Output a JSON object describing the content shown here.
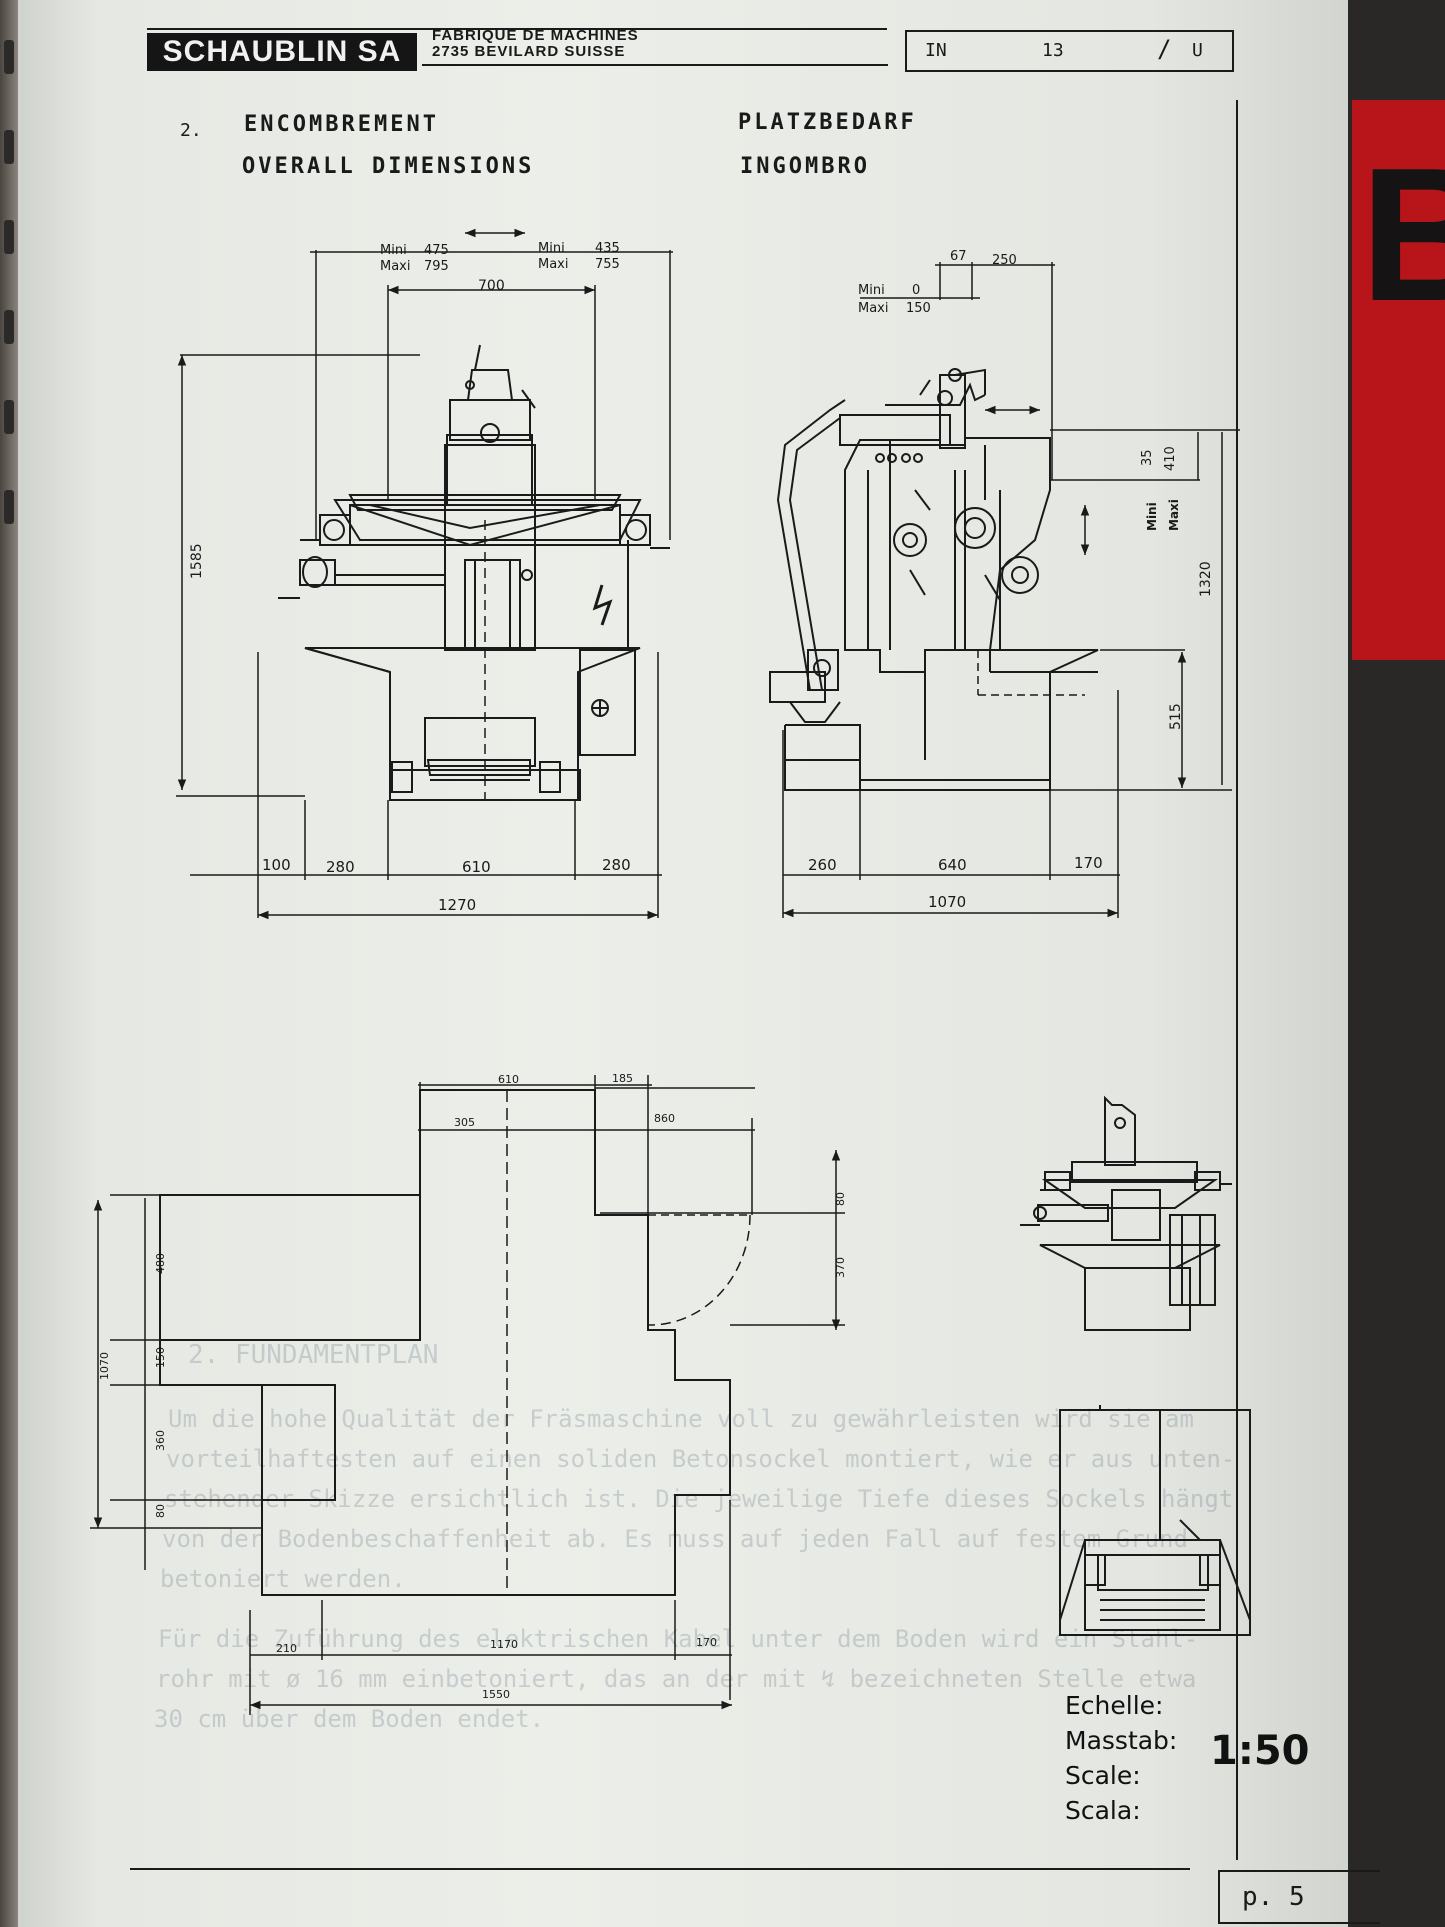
{
  "header": {
    "brand": "SCHAUBLIN SA",
    "factory_line1": "FABRIQUE DE MACHINES",
    "factory_line2": "2735 BEVILARD SUISSE",
    "doc_code": "IN",
    "doc_number": "13",
    "doc_sep": "/",
    "doc_lang": "U"
  },
  "section": {
    "number": "2.",
    "title_fr": "ENCOMBREMENT",
    "title_en": "OVERALL DIMENSIONS",
    "title_de": "PLATZBEDARF",
    "title_it": "INGOMBRO"
  },
  "front_view": {
    "mini_label": "Mini",
    "maxi_label": "Maxi",
    "left_mini": "475",
    "left_maxi": "795",
    "right_mini": "435",
    "right_maxi": "755",
    "table_width": "700",
    "height_total": "1585",
    "bottom_dims": [
      "100",
      "280",
      "610",
      "280"
    ],
    "overall_width": "1270"
  },
  "side_view": {
    "top_dim_1": "67",
    "top_dim_2": "250",
    "mini_label": "Mini",
    "maxi_label": "Maxi",
    "mini_value": "0",
    "maxi_value": "150",
    "v_mini": "35",
    "v_maxi": "410",
    "height_total": "1320",
    "base_height": "515",
    "bottom_dims": [
      "260",
      "640",
      "170"
    ],
    "overall_depth": "1070"
  },
  "foundation_plan": {
    "top_dims": [
      "610",
      "185",
      "305",
      "860"
    ],
    "right_dims": [
      "80",
      "370"
    ],
    "left_dims": [
      "480",
      "150",
      "360",
      "80"
    ],
    "left_total": "1070",
    "bottom_dims": [
      "210",
      "1170",
      "170"
    ],
    "overall_length": "1550"
  },
  "scale": {
    "labels": [
      "Echelle:",
      "Masstab:",
      "Scale:",
      "Scala:"
    ],
    "value": "1:50"
  },
  "footer": {
    "page": "p. 5"
  },
  "bleed_through": {
    "heading": "2. FUNDAMENTPLAN",
    "lines": [
      "Um die hohe Qualität der Fräsmaschine voll zu gewährleisten wird sie am",
      "vorteilhaftesten auf einen soliden Betonsockel montiert, wie er aus unten-",
      "stehender Skizze ersichtlich ist. Die jeweilige Tiefe dieses Sockels hängt",
      "von der Bodenbeschaffenheit ab. Es muss auf jeden Fall auf festem Grund",
      "betoniert werden.",
      "Für die Zuführung des elektrischen Kabel unter dem Boden wird ein Stahl-",
      "rohr mit ø 16 mm einbetoniert, das an der mit ↯ bezeichneten Stelle etwa",
      "30 cm über dem Boden endet."
    ]
  }
}
